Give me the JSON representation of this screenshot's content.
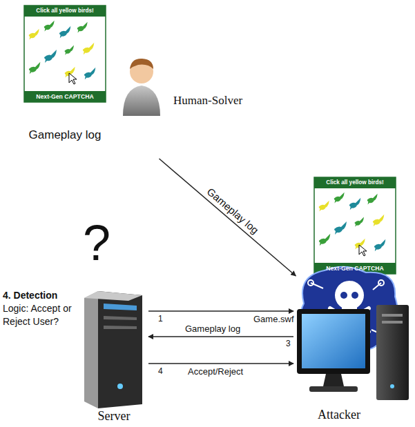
{
  "diagram": {
    "nodes": [
      {
        "text": [
          "Click all yellow birds!",
          "Next-Gen CAPTCHA",
          "Gameplay log"
        ]
      },
      {
        "text": [
          "Human-Solver"
        ]
      },
      {
        "text": [
          "Click all yellow birds!",
          "Next-Gen CAPTCHA"
        ]
      },
      {
        "text": [
          "Server"
        ]
      },
      {
        "text": [
          "Attacker"
        ]
      }
    ],
    "edges": [
      {
        "from": 1,
        "to": 4,
        "label": "Gameplay log",
        "arrow": "to"
      },
      {
        "from": 3,
        "to": 4,
        "label": "Game.swf",
        "arrow": "to"
      },
      {
        "from": 4,
        "to": 3,
        "label": "Gameplay log",
        "arrow": "to"
      },
      {
        "from": 3,
        "to": 4,
        "label": "Accept/Reject",
        "arrow": "to"
      }
    ],
    "labels": [
      "?",
      "4. Detection",
      "Logic: Accept or Reject User?",
      "1",
      "3",
      "4"
    ]
  }
}
